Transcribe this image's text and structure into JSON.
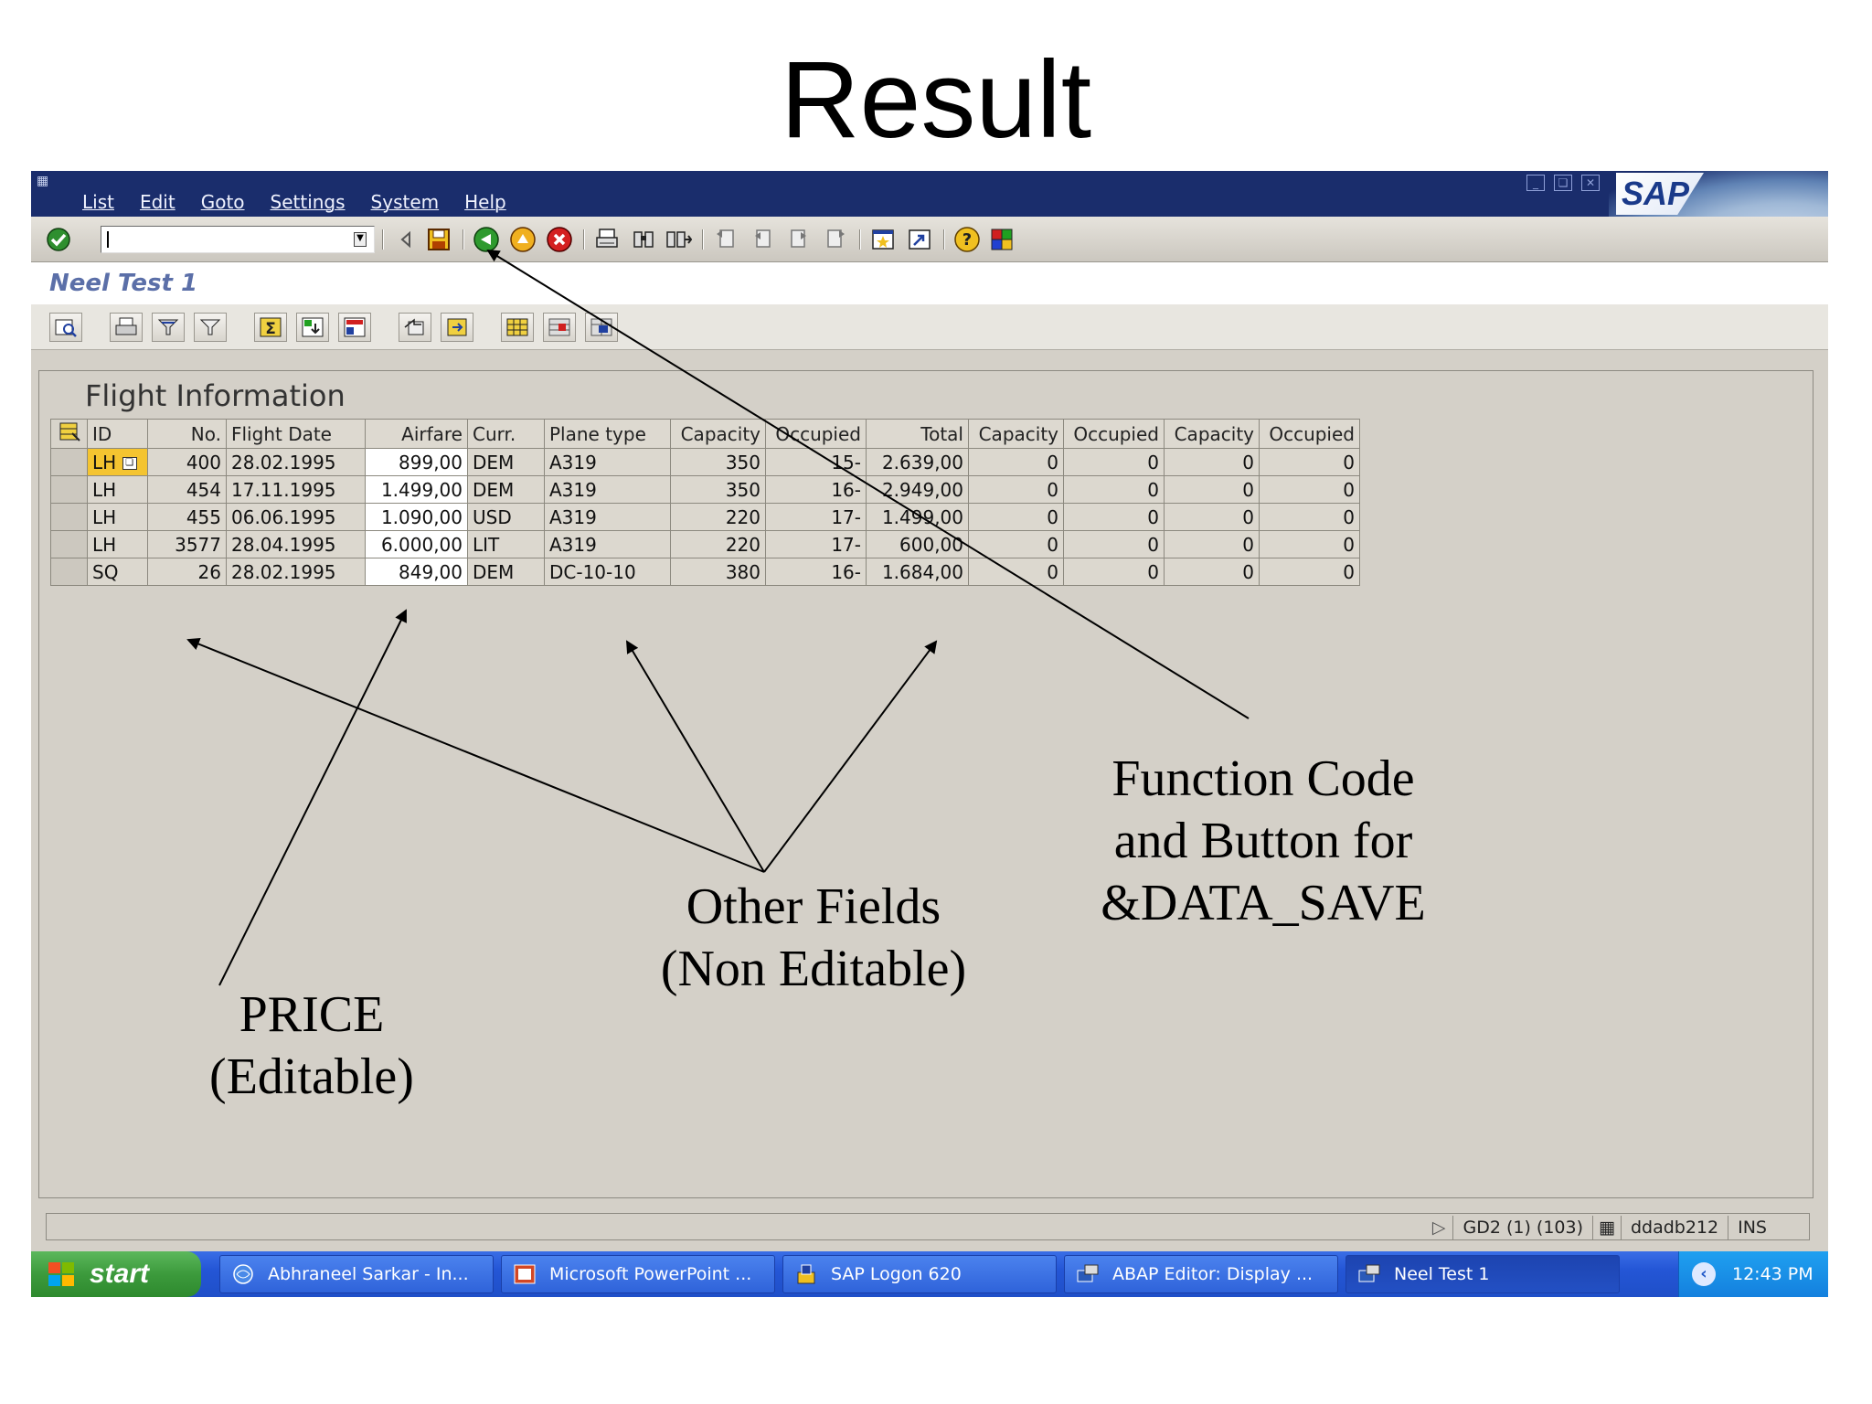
{
  "slide": {
    "title": "Result"
  },
  "menu": [
    "List",
    "Edit",
    "Goto",
    "Settings",
    "System",
    "Help"
  ],
  "sap_logo": "SAP",
  "toolbar": {
    "icons": [
      "enter-icon",
      "save-icon",
      "back-icon",
      "exit-icon",
      "cancel-icon",
      "print-icon",
      "find-icon",
      "find-next-icon",
      "first-page-icon",
      "previous-page-icon",
      "next-page-icon",
      "last-page-icon",
      "create-session-icon",
      "shortcut-icon",
      "help-icon",
      "layout-icon"
    ]
  },
  "screen_title": "Neel Test 1",
  "app_toolbar": {
    "icons": [
      "details-icon",
      "sort-ascending-icon",
      "sort-descending-icon",
      "filter-icon",
      "sum-icon",
      "subtotal-icon",
      "print-preview-icon",
      "export-icon",
      "local-file-icon",
      "layout-change-icon",
      "layout-select-icon",
      "layout-save-icon"
    ]
  },
  "grid": {
    "title": "Flight Information",
    "columns": [
      "ID",
      "No.",
      "Flight Date",
      "Airfare",
      "Curr.",
      "Plane type",
      "Capacity",
      "Occupied",
      "Total",
      "Capacity",
      "Occupied",
      "Capacity",
      "Occupied"
    ],
    "rows": [
      [
        "LH",
        "400",
        "28.02.1995",
        "899,00",
        "DEM",
        "A319",
        "350",
        "15-",
        "2.639,00",
        "0",
        "0",
        "0",
        "0"
      ],
      [
        "LH",
        "454",
        "17.11.1995",
        "1.499,00",
        "DEM",
        "A319",
        "350",
        "16-",
        "2.949,00",
        "0",
        "0",
        "0",
        "0"
      ],
      [
        "LH",
        "455",
        "06.06.1995",
        "1.090,00",
        "USD",
        "A319",
        "220",
        "17-",
        "1.499,00",
        "0",
        "0",
        "0",
        "0"
      ],
      [
        "LH",
        "3577",
        "28.04.1995",
        "6.000,00",
        "LIT",
        "A319",
        "220",
        "17-",
        "600,00",
        "0",
        "0",
        "0",
        "0"
      ],
      [
        "SQ",
        "26",
        "28.02.1995",
        "849,00",
        "DEM",
        "DC-10-10",
        "380",
        "16-",
        "1.684,00",
        "0",
        "0",
        "0",
        "0"
      ]
    ]
  },
  "status_bar": {
    "system": "GD2 (1) (103)",
    "server": "ddadb212",
    "mode": "INS"
  },
  "taskbar": {
    "start": "start",
    "items": [
      "Abhraneel Sarkar - In...",
      "Microsoft PowerPoint ...",
      "SAP Logon 620",
      "ABAP Editor: Display ...",
      "Neel Test 1"
    ],
    "clock": "12:43 PM"
  },
  "annotations": {
    "price_line1": "PRICE",
    "price_line2": "(Editable)",
    "other_line1": "Other Fields",
    "other_line2": "(Non Editable)",
    "func_line1": "Function Code",
    "func_line2": "and Button for",
    "func_line3": "&DATA_SAVE"
  }
}
